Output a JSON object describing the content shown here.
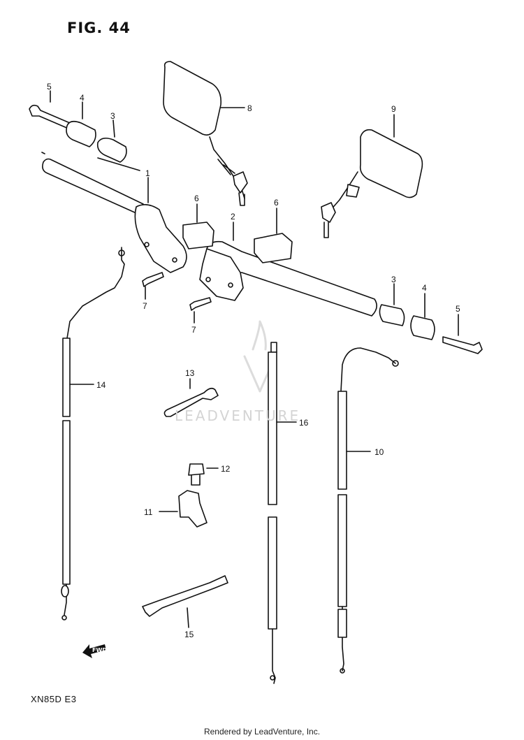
{
  "figure": {
    "title": "FIG. 44",
    "model_code": "XN85D E3",
    "footer": "Rendered by LeadVenture, Inc."
  },
  "watermark": {
    "text": "LEADVENTURE",
    "icon": "leadventure-logo-icon"
  },
  "callouts": {
    "c1": "1",
    "c2": "2",
    "c3a": "3",
    "c3b": "3",
    "c4a": "4",
    "c4b": "4",
    "c5a": "5",
    "c5b": "5",
    "c6a": "6",
    "c6b": "6",
    "c7a": "7",
    "c7b": "7",
    "c8": "8",
    "c9": "9",
    "c10": "10",
    "c11": "11",
    "c12": "12",
    "c13": "13",
    "c14": "14",
    "c15": "15",
    "c16": "16"
  },
  "fwd_arrow": {
    "label": "FWD"
  }
}
